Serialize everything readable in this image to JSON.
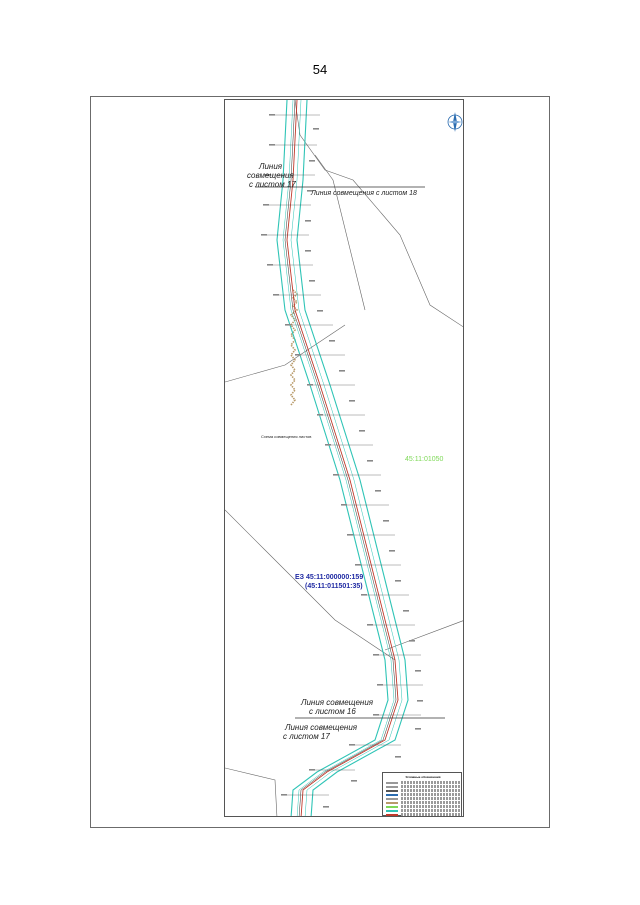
{
  "page": {
    "number": "54"
  },
  "map": {
    "labels": {
      "line_17_top": [
        "Линия",
        "совмещения",
        "с листом 17"
      ],
      "line_18_top": "Линия совмещения с листом 18",
      "scheme": "Схема совмещения листов",
      "parcel_green": "45:11:01050",
      "ez_title": "ЕЗ 45:11:000000:159",
      "ez_sub": "(45:11:011501:35)",
      "line_16_bottom": [
        "Линия совмещения",
        "с листом 16"
      ],
      "line_17_bottom": [
        "Линия совмещения",
        "с листом 17"
      ]
    },
    "colors": {
      "corridor": "#2ec4b6",
      "axis": "#c0392b",
      "parcel_label": "#7ed957",
      "ez_label": "#1f2aa3",
      "scheme_line": "#b89a6a",
      "boundary": "#555555"
    },
    "icons": {
      "north_arrow": "compass-rose-icon"
    },
    "legend": {
      "title": "Условные обозначения",
      "rows": 9
    }
  }
}
